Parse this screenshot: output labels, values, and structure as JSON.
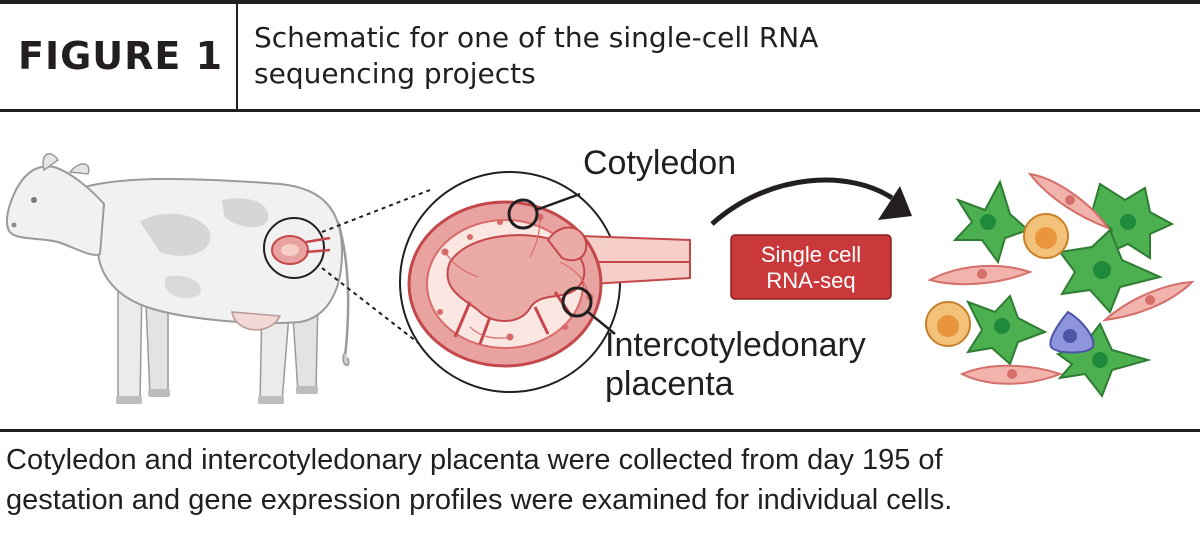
{
  "figure": {
    "label": "FIGURE 1",
    "title_line1": "Schematic for one of the single-cell RNA",
    "title_line2": "sequencing projects"
  },
  "diagram": {
    "cotyledon_label": "Cotyledon",
    "intercot_line1": "Intercotyledonary",
    "intercot_line2": "placenta",
    "method_line1": "Single cell",
    "method_line2": "RNA-seq",
    "colors": {
      "method_box": "#c9393b",
      "tissue_pink": "#e8a3a0",
      "tissue_red": "#c4474a",
      "cell_green": "#4caf50",
      "cell_orange": "#e8953b",
      "cell_pink": "#e8908c",
      "cell_blue": "#6b74c9"
    }
  },
  "caption": {
    "line1": "Cotyledon and intercotyledonary placenta were collected from day 195 of",
    "line2": "gestation and gene expression profiles were examined for individual cells."
  }
}
